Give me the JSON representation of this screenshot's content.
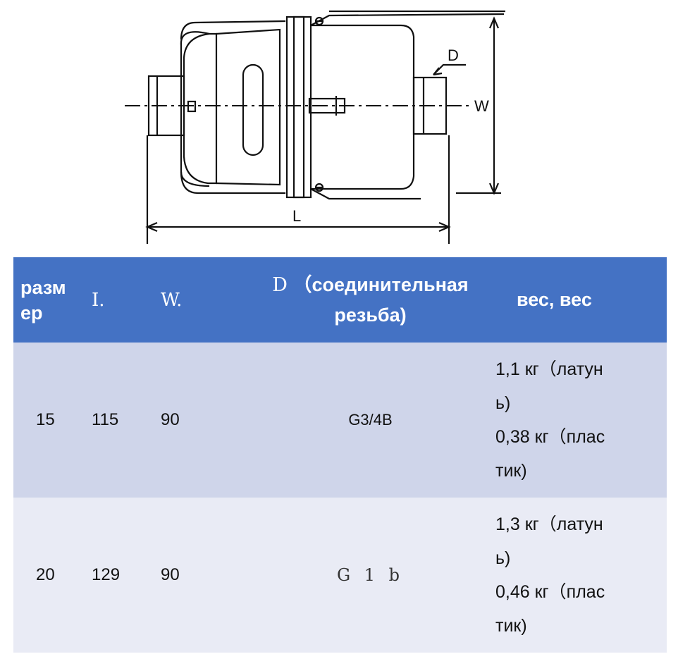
{
  "drawing": {
    "label_d": "D",
    "label_w": "W",
    "label_l": "L"
  },
  "table": {
    "headers": {
      "size_line1": "разм",
      "size_line2": "ер",
      "l": "I.",
      "w": "W.",
      "d_prefix": "D",
      "d_line1": "（соединительная",
      "d_line2": "резьба)",
      "weight": "вес,  вес"
    },
    "rows": [
      {
        "size": "15",
        "l": "115",
        "w": "90",
        "connection": "G3/4B",
        "weight_lines": [
          "1,1 кг（латун",
          "ь)",
          "0,38 кг（плас",
          "тик)"
        ]
      },
      {
        "size": "20",
        "l": "129",
        "w": "90",
        "connection": "G 1 b",
        "weight_lines": [
          "1,3 кг（латун",
          "ь)",
          "0,46 кг（плас",
          "тик)"
        ]
      }
    ]
  }
}
